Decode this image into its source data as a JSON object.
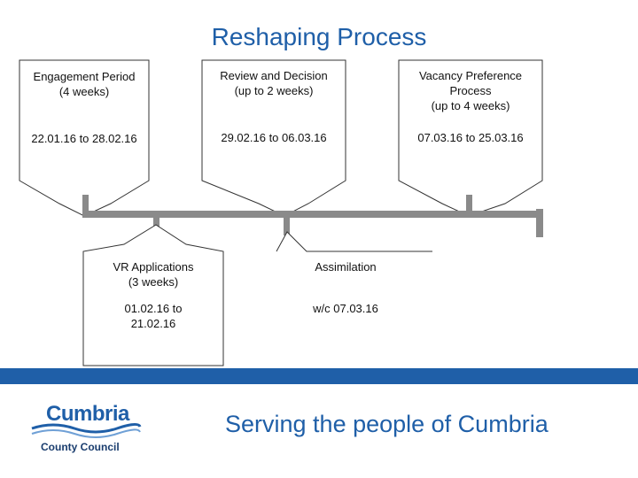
{
  "title": "Reshaping Process",
  "stages_top": [
    {
      "heading": "Engagement Period\n(4 weeks)",
      "dates": "22.01.16 to 28.02.16"
    },
    {
      "heading": "Review and Decision\n(up to 2 weeks)",
      "dates": "29.02.16 to 06.03.16"
    },
    {
      "heading": "Vacancy Preference\nProcess\n(up to 4 weeks)",
      "dates": "07.03.16 to 25.03.16"
    }
  ],
  "stages_bottom": [
    {
      "heading": "VR Applications\n(3 weeks)",
      "dates": "01.02.16 to\n21.02.16"
    },
    {
      "heading": "Assimilation",
      "dates": "w/c 07.03.16"
    }
  ],
  "footer": {
    "slogan": "Serving the people of Cumbria",
    "logo_name": "Cumbria",
    "logo_sub": "County Council"
  },
  "colors": {
    "accent": "#1f5fa8",
    "line": "#8a8a8a",
    "border": "#333333"
  }
}
